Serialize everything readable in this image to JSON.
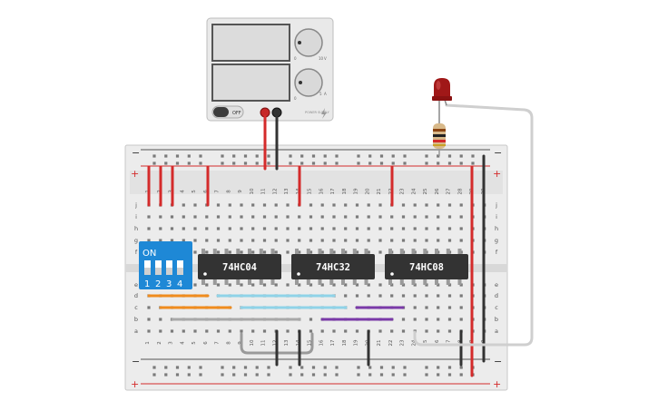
{
  "power_supply": {
    "off_label": "OFF",
    "voltage_unit": "V",
    "current_unit": "A",
    "brand": "POWER SUPPLY",
    "voltage_knob_min": "0",
    "voltage_knob_max": "10",
    "current_knob_min": "0",
    "current_knob_max": "5"
  },
  "breadboard": {
    "plus_symbol": "+",
    "minus_symbol": "−",
    "row_letters_top": [
      "j",
      "i",
      "h",
      "g",
      "f"
    ],
    "row_letters_bottom": [
      "e",
      "d",
      "c",
      "b",
      "a"
    ],
    "columns": 30
  },
  "dip_switch": {
    "on_label": "ON",
    "numbers": [
      "1",
      "2",
      "3",
      "4"
    ]
  },
  "chips": [
    {
      "label": "74HC04"
    },
    {
      "label": "74HC32"
    },
    {
      "label": "74HC08"
    }
  ],
  "colors": {
    "red_wire": "#d42b2b",
    "black_wire": "#333333",
    "orange_wire": "#f08c1e",
    "lightblue_wire": "#8fd3e8",
    "gray_wire": "#a8a8a8",
    "purple_wire": "#7a3aa8",
    "dip_blue": "#1e88d6",
    "chip_body": "#333333",
    "led_red": "#a01818"
  }
}
